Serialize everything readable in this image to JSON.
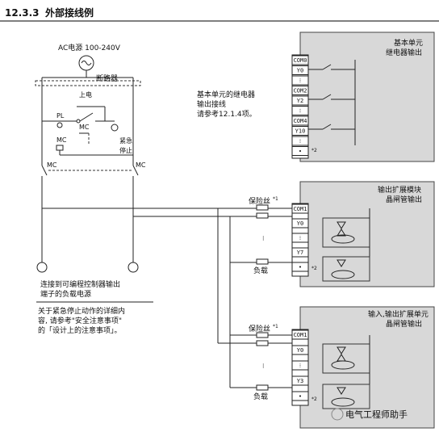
{
  "header": {
    "section": "12.3.3",
    "title": "外部接线例"
  },
  "power": {
    "label": "AC电源 100-240V",
    "breaker": "断路器"
  },
  "control": {
    "on_switch": "上电",
    "pl": "PL",
    "mc_contact": "MC",
    "mc_coil": "MC",
    "emergency_1": "紧急",
    "emergency_2": "停止",
    "mc_left": "MC",
    "mc_right": "MC"
  },
  "note_ref": {
    "line1": "基本单元的继电器",
    "line2": "输出接线",
    "line3": "请参考12.1.4项。"
  },
  "load_note": {
    "line1": "连接到可编程控制器输出",
    "line2": "端子的负载电源"
  },
  "safety_note": {
    "line1": "关于紧急停止动作的详细内",
    "line2": "容, 请参考\"安全注意事项\"",
    "line3": "的「设计上的注意事项」。"
  },
  "unit1": {
    "title1": "基本单元",
    "title2": "继电器输出",
    "terminals": [
      "COM0",
      "Y0",
      "⁝",
      "COM2",
      "Y2",
      "⁝",
      "COM4",
      "Y10",
      "⁝",
      "•"
    ],
    "star": "*2"
  },
  "unit2": {
    "title1": "输出扩展模块",
    "title2": "晶闸管输出",
    "terminals": [
      "COM1",
      "Y0",
      "⁝",
      "Y7",
      "•"
    ],
    "fuse": "保险丝",
    "fuse_mark": "*1",
    "load": "负载",
    "star": "*2"
  },
  "unit3": {
    "title1": "输入,输出扩展单元",
    "title2": "晶闸管输出",
    "terminals": [
      "COM1",
      "Y0",
      "⁝",
      "Y3",
      "•"
    ],
    "fuse": "保险丝",
    "fuse_mark": "*1",
    "load": "负载",
    "star": "*2"
  },
  "watermark": "电气工程师助手"
}
